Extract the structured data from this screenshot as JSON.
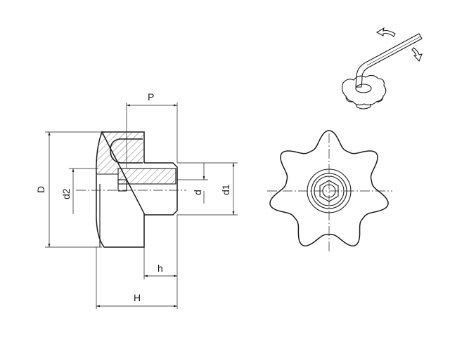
{
  "dimensions": {
    "P": "P",
    "D": "D",
    "d2": "d2",
    "d": "d",
    "d1": "d1",
    "h": "h",
    "H": "H"
  }
}
